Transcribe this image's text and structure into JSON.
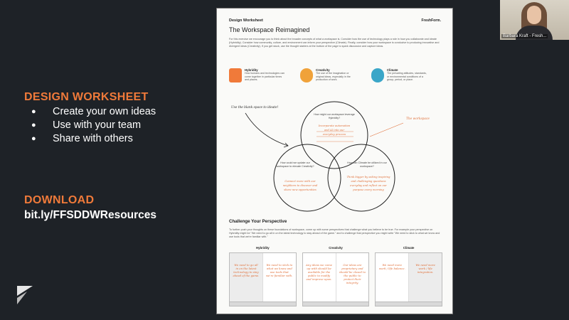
{
  "slide": {
    "section_title": "DESIGN WORKSHEET",
    "bullets": [
      "Create your own ideas",
      "Use with your team",
      "Share with others"
    ],
    "download_title": "DOWNLOAD",
    "download_link": "bit.ly/FFSDDWResources"
  },
  "webcam": {
    "name": "Barbara Kraft - Fresh..."
  },
  "worksheet": {
    "label": "Design Worksheet",
    "title": "The Workspace Reimagined",
    "logo": "FreshForm.",
    "intro": "For this exercise we encourage you to think about the broader concepts of what a workspace is. Consider how the use of technology plays a role in how you collaborate and ideate (Hybridity). Consider how community, culture, and environment can inform your perspective (Climate). Finally, consider how your workspace is conducive to producing innovative and divergent ideas (Creativity). If you get stuck, use the thought starters at the bottom of the page to spark discussion and capture ideas.",
    "concepts": [
      {
        "title": "Hybridity",
        "desc": "How humans and technologies can come together in particular times and places.",
        "color": "#f07a3a"
      },
      {
        "title": "Creativity",
        "desc": "The use of the imagination or original ideas, especially in the production of work.",
        "color": "#f0a23a"
      },
      {
        "title": "Climate",
        "desc": "The prevailing attitudes, standards, or environmental conditions of a group, period, or place.",
        "color": "#3aa6c8"
      }
    ],
    "venn": {
      "blank_note": "Use the blank space to ideate!",
      "workspace_note": "The workspace",
      "top_q": "How might our workspace leverage Hybridity?",
      "top_a": [
        "Incorporate automation",
        "and AI into our",
        "everyday process"
      ],
      "left_q": "How could we update our workspace to elevate Creativity?",
      "left_a": [
        "Connect more with our",
        "neighbors to discover and",
        "share new opportunities"
      ],
      "right_q": "How can Climate be utilized in our workspace?",
      "right_a": [
        "Think bigger by asking inspiring",
        "and challenging questions",
        "everyday and reflect on our",
        "purpose every morning"
      ]
    },
    "challenge": {
      "title": "Challenge Your Perspective",
      "text": "To further push your thoughts on these foundations of workspace, come up with some perspectives that challenge what you believe to be true. For example your perspective on Hybridity might be \"We need to go all in on the latest technology to stay ahead of the game.\" and to challenge that perspective you might write \"We need to stick to what we know and use tools that we're familiar with.\"",
      "columns": [
        {
          "title": "Hybridity",
          "a": "We need to go all in on the latest technology to stay ahead of the game.",
          "b": "We need to stick to what we know and use tools that we're familiar with."
        },
        {
          "title": "Creativity",
          "a": "Any ideas we come up with should be available for the public to modify and improve upon.",
          "b": "Our ideas are proprietary and should be closed to the public to protect their integrity."
        },
        {
          "title": "Climate",
          "a": "We need more work / life balance.",
          "b": "We need more work / life integration."
        }
      ]
    }
  }
}
